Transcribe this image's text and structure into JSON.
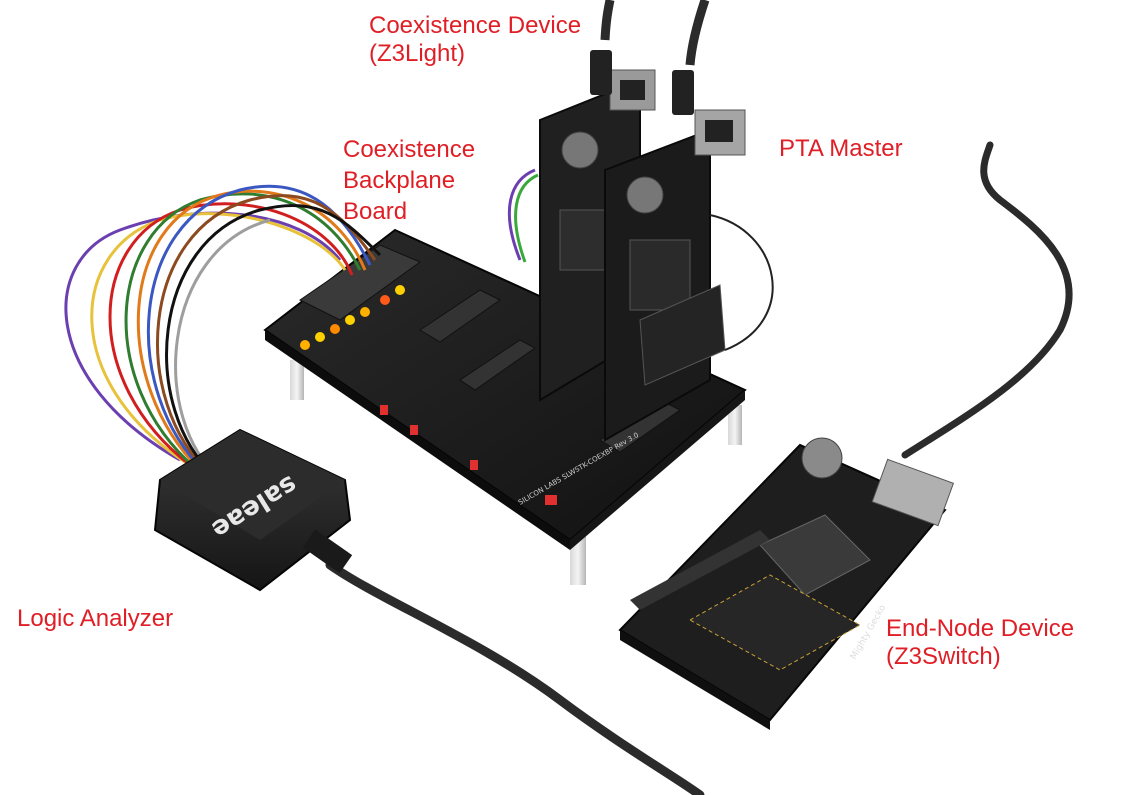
{
  "labels": {
    "coexistence_device": [
      "Coexistence Device",
      "(Z3Light)"
    ],
    "backplane": [
      "Coexistence",
      "Backplane",
      "Board"
    ],
    "pta_master": [
      "PTA Master"
    ],
    "logic_analyzer": [
      "Logic Analyzer"
    ],
    "end_node": [
      "End-Node Device",
      "(Z3Switch)"
    ]
  },
  "markings": {
    "analyzer_brand": "saleae",
    "board_marking": "SILICON LABS SLWSTK-COEXBP Rev 3.0",
    "gecko_marking": "Mighty Gecko"
  },
  "colors": {
    "label": "#e01e25",
    "pcb": "#1c1c1c",
    "cable": "#2a2a2a"
  }
}
